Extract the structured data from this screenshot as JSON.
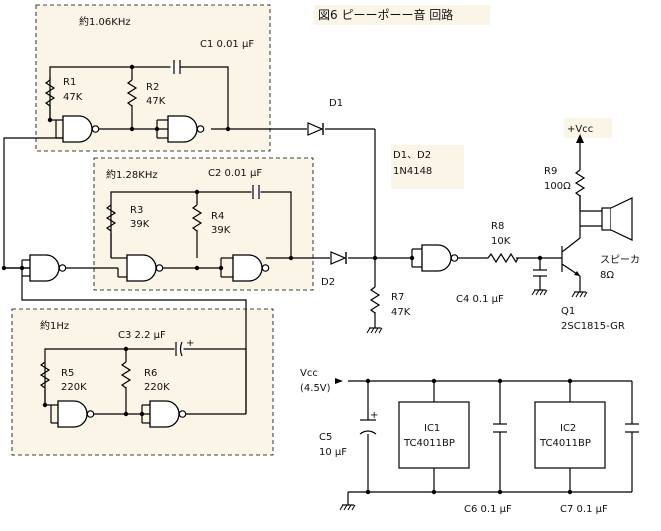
{
  "title": "図6  ピーーポーー音  回路",
  "blocks": {
    "block1": {
      "freq": "約1.06KHz",
      "c1": "C1   0.01 μF",
      "r1": "R1",
      "r1v": "47K",
      "r2": "R2",
      "r2v": "47K"
    },
    "block2": {
      "freq": "約1.28KHz",
      "c2": "C2   0.01 μF",
      "r3": "R3",
      "r3v": "39K",
      "r4": "R4",
      "r4v": "39K"
    },
    "block3": {
      "freq": "約1Hz",
      "c3": "C3   2.2 μF",
      "c3pol": "+",
      "r5": "R5",
      "r5v": "220K",
      "r6": "R6",
      "r6v": "220K"
    }
  },
  "parts": {
    "d1": "D1",
    "d2": "D2",
    "diodes_name": "D1、D2",
    "diodes_value": "1N4148",
    "r7": "R7",
    "r7v": "47K",
    "r8": "R8",
    "r8v": "10K",
    "c4": "C4   0.1 μF",
    "r9": "R9",
    "r9v": "100Ω",
    "vcc_top": "+Vcc",
    "speaker": "スピーカ",
    "speaker_imp": "8Ω",
    "q1": "Q1",
    "q1v": "2SC1815-GR"
  },
  "power": {
    "vcc": "Vcc",
    "vcc_v": "(4.5V)",
    "c5": "C5",
    "c5v": "10 μF",
    "c5pol": "+",
    "ic1": "IC1",
    "ic1v": "TC4011BP",
    "ic2": "IC2",
    "ic2v": "TC4011BP",
    "c6": "C6   0.1 μF",
    "c7": "C7   0.1 μF"
  }
}
